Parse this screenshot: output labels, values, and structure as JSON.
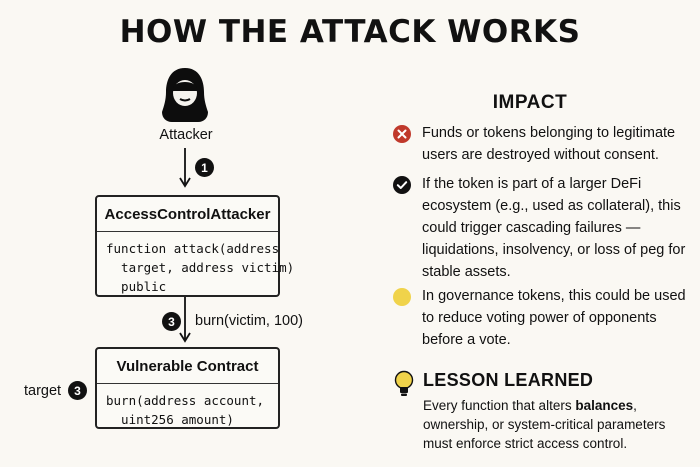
{
  "title": "HOW THE ATTACK WORKS",
  "attacker": {
    "label": "Attacker",
    "icon": "hacker-icon"
  },
  "steps": {
    "first": "1",
    "second": "3",
    "target": "3"
  },
  "call_label": "burn(victim, 100)",
  "target_label": "target",
  "attacker_contract": {
    "name": "AccessControlAttacker",
    "code": "function attack(address\n  target, address victim)\n  public"
  },
  "vulnerable_contract": {
    "name": "Vulnerable Contract",
    "code": "burn(address account,\n  uint256 amount)"
  },
  "impact": {
    "heading": "IMPACT",
    "items": [
      {
        "icon": "x-circle-icon",
        "color": "#c0392b",
        "text": "Funds or tokens belonging to legitimate users are destroyed without consent."
      },
      {
        "icon": "check-circle-icon",
        "color": "#111111",
        "text": "If the token is part of a larger DeFi ecosystem (e.g., used as collateral), this could trigger cascading failures — liquidations, insolvency, or loss of peg for stable assets."
      },
      {
        "icon": "yellow-dot-icon",
        "color": "#f0d34a",
        "text": "In governance tokens, this could be used to reduce voting power of opponents before a vote."
      }
    ]
  },
  "lesson": {
    "heading": "LESSON LEARNED",
    "icon": "lightbulb-icon",
    "text_before": "Every function that alters ",
    "text_bold": "balances",
    "text_after": ", ownership, or system-critical parameters must enforce strict access control."
  }
}
